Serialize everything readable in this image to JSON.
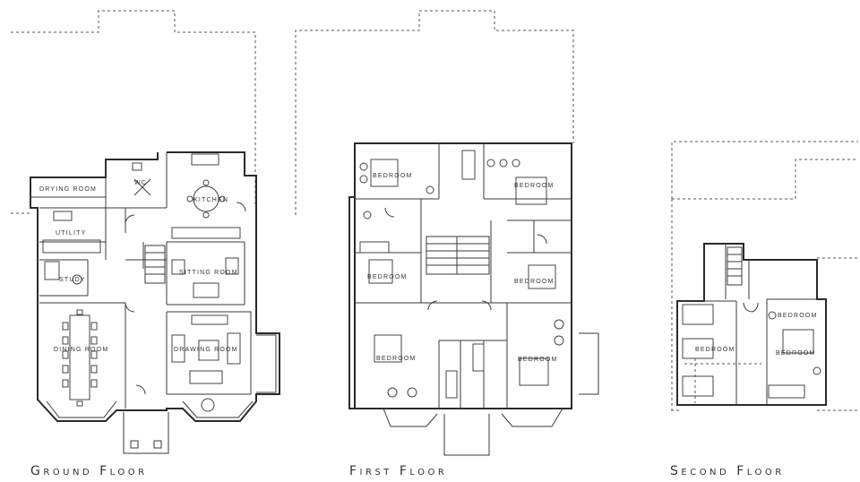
{
  "floors": [
    {
      "title": "Ground Floor",
      "rooms": {
        "drying": "DRYING ROOM",
        "wc": "WC",
        "kitchen": "KITCHEN",
        "utility": "UTILITY",
        "study": "STUDY",
        "sitting": "SITTING ROOM",
        "dining": "DINING ROOM",
        "drawing": "DRAWING ROOM"
      }
    },
    {
      "title": "First Floor",
      "rooms": {
        "bed1": "BEDROOM",
        "bed2": "BEDROOM",
        "bed3": "BEDROOM",
        "bed4": "BEDROOM",
        "bed5": "BEDROOM",
        "bed6": "BEDROOM"
      }
    },
    {
      "title": "Second Floor",
      "rooms": {
        "bed1": "BEDROOM",
        "bed2": "BEDROOM",
        "bed3": "BEDROOM"
      }
    }
  ]
}
